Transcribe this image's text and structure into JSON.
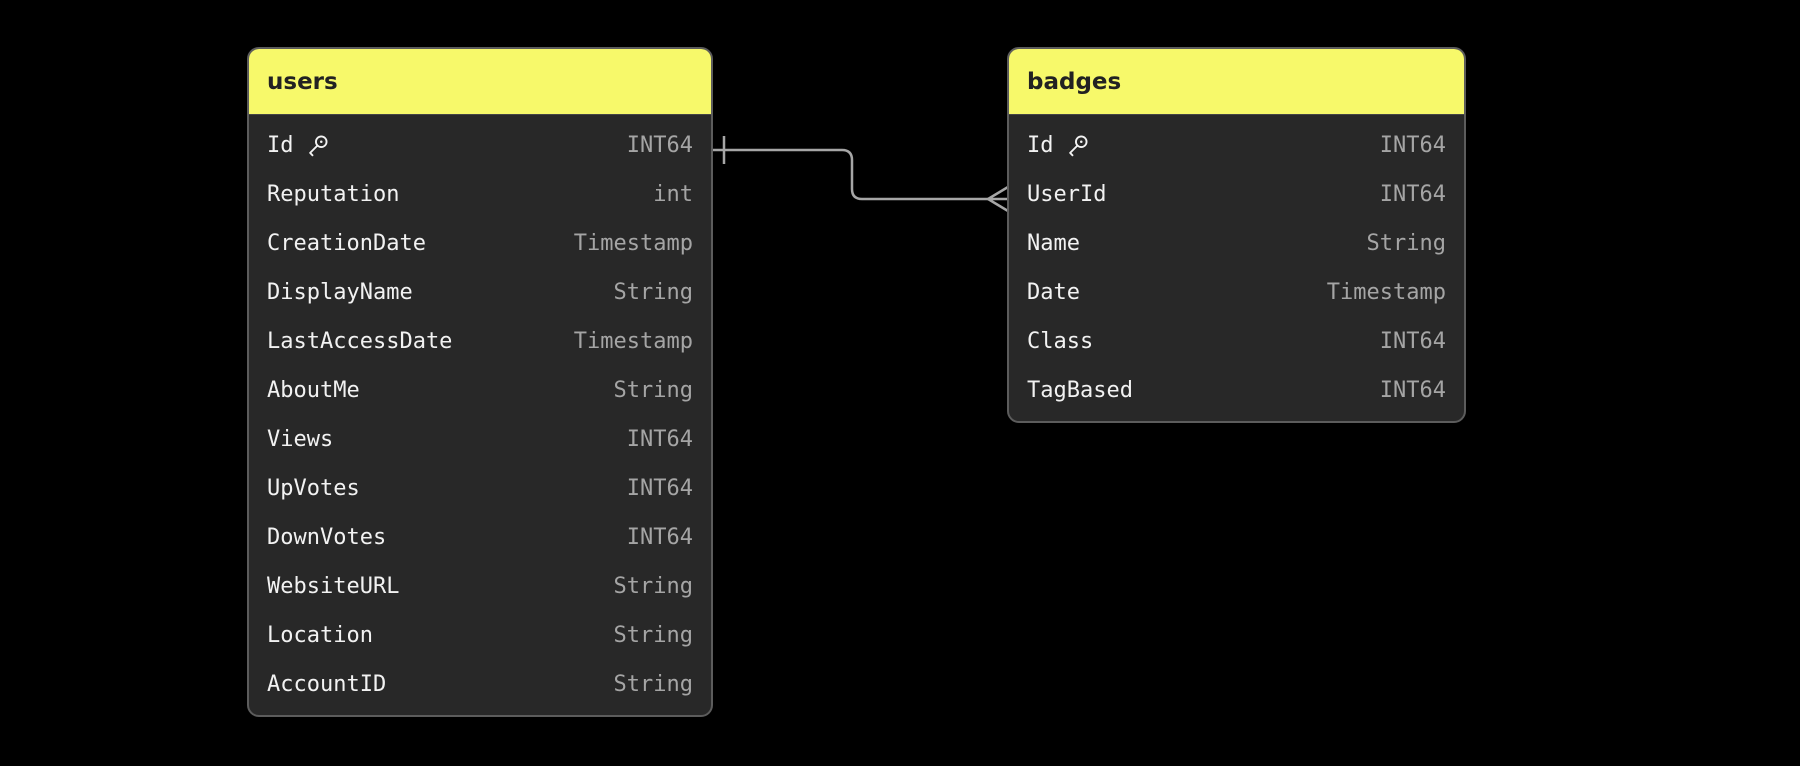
{
  "colors": {
    "bg": "#000000",
    "header-bg": "#f7f96a",
    "header-text": "#222222",
    "body-bg": "#282828",
    "border": "#5c5c5c",
    "label": "#f2f2f2",
    "type": "#a5a5a5",
    "connector": "#a6a6a6"
  },
  "tables": [
    {
      "name": "users",
      "columns": [
        {
          "name": "Id",
          "type": "INT64",
          "key": true
        },
        {
          "name": "Reputation",
          "type": "int",
          "key": false
        },
        {
          "name": "CreationDate",
          "type": "Timestamp",
          "key": false
        },
        {
          "name": "DisplayName",
          "type": "String",
          "key": false
        },
        {
          "name": "LastAccessDate",
          "type": "Timestamp",
          "key": false
        },
        {
          "name": "AboutMe",
          "type": "String",
          "key": false
        },
        {
          "name": "Views",
          "type": "INT64",
          "key": false
        },
        {
          "name": "UpVotes",
          "type": "INT64",
          "key": false
        },
        {
          "name": "DownVotes",
          "type": "INT64",
          "key": false
        },
        {
          "name": "WebsiteURL",
          "type": "String",
          "key": false
        },
        {
          "name": "Location",
          "type": "String",
          "key": false
        },
        {
          "name": "AccountID",
          "type": "String",
          "key": false
        }
      ]
    },
    {
      "name": "badges",
      "columns": [
        {
          "name": "Id",
          "type": "INT64",
          "key": true
        },
        {
          "name": "UserId",
          "type": "INT64",
          "key": false
        },
        {
          "name": "Name",
          "type": "String",
          "key": false
        },
        {
          "name": "Date",
          "type": "Timestamp",
          "key": false
        },
        {
          "name": "Class",
          "type": "INT64",
          "key": false
        },
        {
          "name": "TagBased",
          "type": "INT64",
          "key": false
        }
      ]
    }
  ],
  "relationship": {
    "from": "users.Id",
    "to": "badges.UserId",
    "from_cardinality": "one",
    "to_cardinality": "many"
  }
}
